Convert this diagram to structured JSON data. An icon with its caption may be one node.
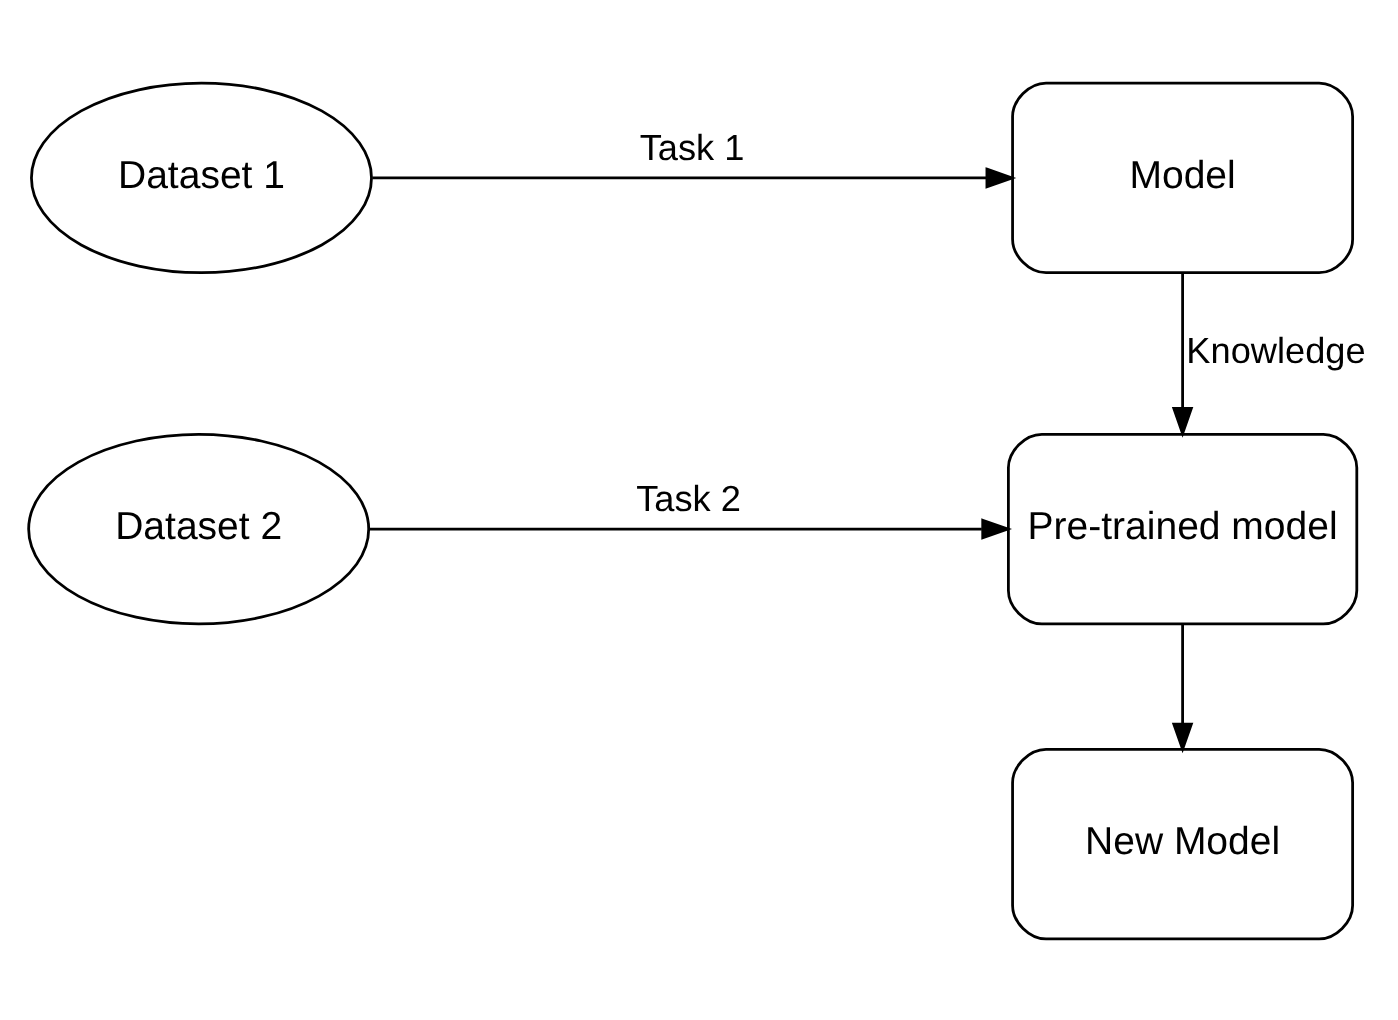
{
  "diagram": {
    "nodes": [
      {
        "text": [
          "Dataset 1"
        ]
      },
      {
        "text": [
          "Model"
        ]
      },
      {
        "text": [
          "Dataset 2"
        ]
      },
      {
        "text": [
          "Pre-trained model"
        ]
      },
      {
        "text": [
          "New Model"
        ]
      }
    ],
    "edges": [
      {
        "from": 0,
        "to": 1,
        "arrow": "to",
        "label": "Task 1"
      },
      {
        "from": 1,
        "to": 3,
        "arrow": "to",
        "label": "Knowledge"
      },
      {
        "from": 2,
        "to": 3,
        "arrow": "to",
        "label": "Task 2"
      },
      {
        "from": 3,
        "to": 4,
        "arrow": "to"
      }
    ]
  }
}
